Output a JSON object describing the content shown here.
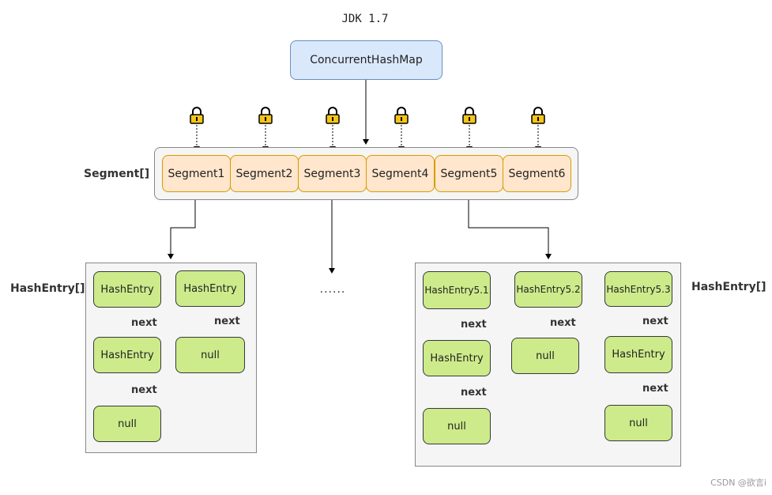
{
  "title": "JDK 1.7",
  "root": "ConcurrentHashMap",
  "segment_array_label": "Segment[]",
  "segments": [
    "Segment1",
    "Segment2",
    "Segment3",
    "Segment4",
    "Segment5",
    "Segment6"
  ],
  "hash_entry_label": "HashEntry[]",
  "ellipsis": "......",
  "next_label": "next",
  "left_table": {
    "col1": [
      "HashEntry",
      "HashEntry",
      "null"
    ],
    "col2": [
      "HashEntry",
      "null"
    ]
  },
  "right_table": {
    "col1": [
      "HashEntry5.1",
      "HashEntry",
      "null"
    ],
    "col2": [
      "HashEntry5.2",
      "null"
    ],
    "col3": [
      "HashEntry5.3",
      "HashEntry",
      "null"
    ]
  },
  "watermark": "CSDN @欲言i",
  "colors": {
    "root_fill": "#dae8fc",
    "root_stroke": "#6c8ebf",
    "segment_fill": "#ffe6cc",
    "segment_stroke": "#d79b00",
    "entry_fill": "#cdeb8b",
    "lock_fill": "#f5c518"
  },
  "icons": [
    "lock-icon"
  ]
}
